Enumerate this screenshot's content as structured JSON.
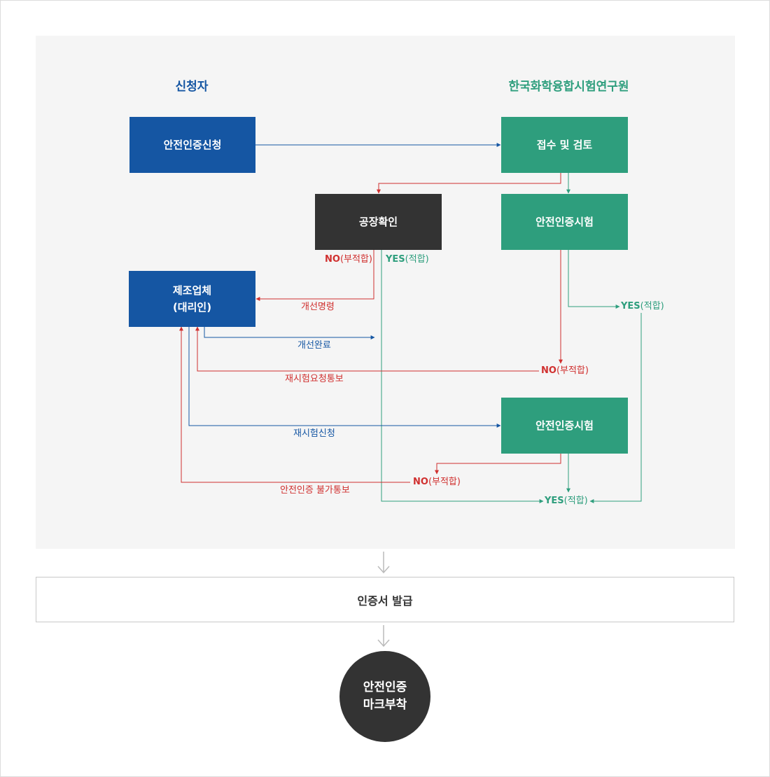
{
  "colors": {
    "blue": "#1556a3",
    "green": "#2e9e7d",
    "dark": "#333333",
    "red": "#d0302f",
    "panel": "#f5f5f5",
    "arrow_gray": "#bbbbbb"
  },
  "headers": {
    "applicant": "신청자",
    "institute": "한국화학융합시험연구원"
  },
  "nodes": {
    "apply": "안전인증신청",
    "receive": "접수 및 검토",
    "factory": "공장확인",
    "test1": "안전인증시험",
    "maker_line1": "제조업체",
    "maker_line2": "(대리인)",
    "test2": "안전인증시험"
  },
  "labels": {
    "factory_no_a": "NO",
    "factory_no_b": "(부적합)",
    "factory_yes_a": "YES",
    "factory_yes_b": "(적합)",
    "improve_order": "개선명령",
    "improve_done": "개선완료",
    "test1_yes_a": "YES",
    "test1_yes_b": "(적합)",
    "test1_no_a": "NO",
    "test1_no_b": "(부적합)",
    "retest_notice": "재시험요청통보",
    "retest_apply": "재시험신청",
    "test2_no_a": "NO",
    "test2_no_b": "(부적합)",
    "reject_notice": "안전인증 불가통보",
    "final_yes_a": "YES",
    "final_yes_b": "(적합)"
  },
  "issue": "인증서 발급",
  "mark_line1": "안전인증",
  "mark_line2": "마크부착"
}
